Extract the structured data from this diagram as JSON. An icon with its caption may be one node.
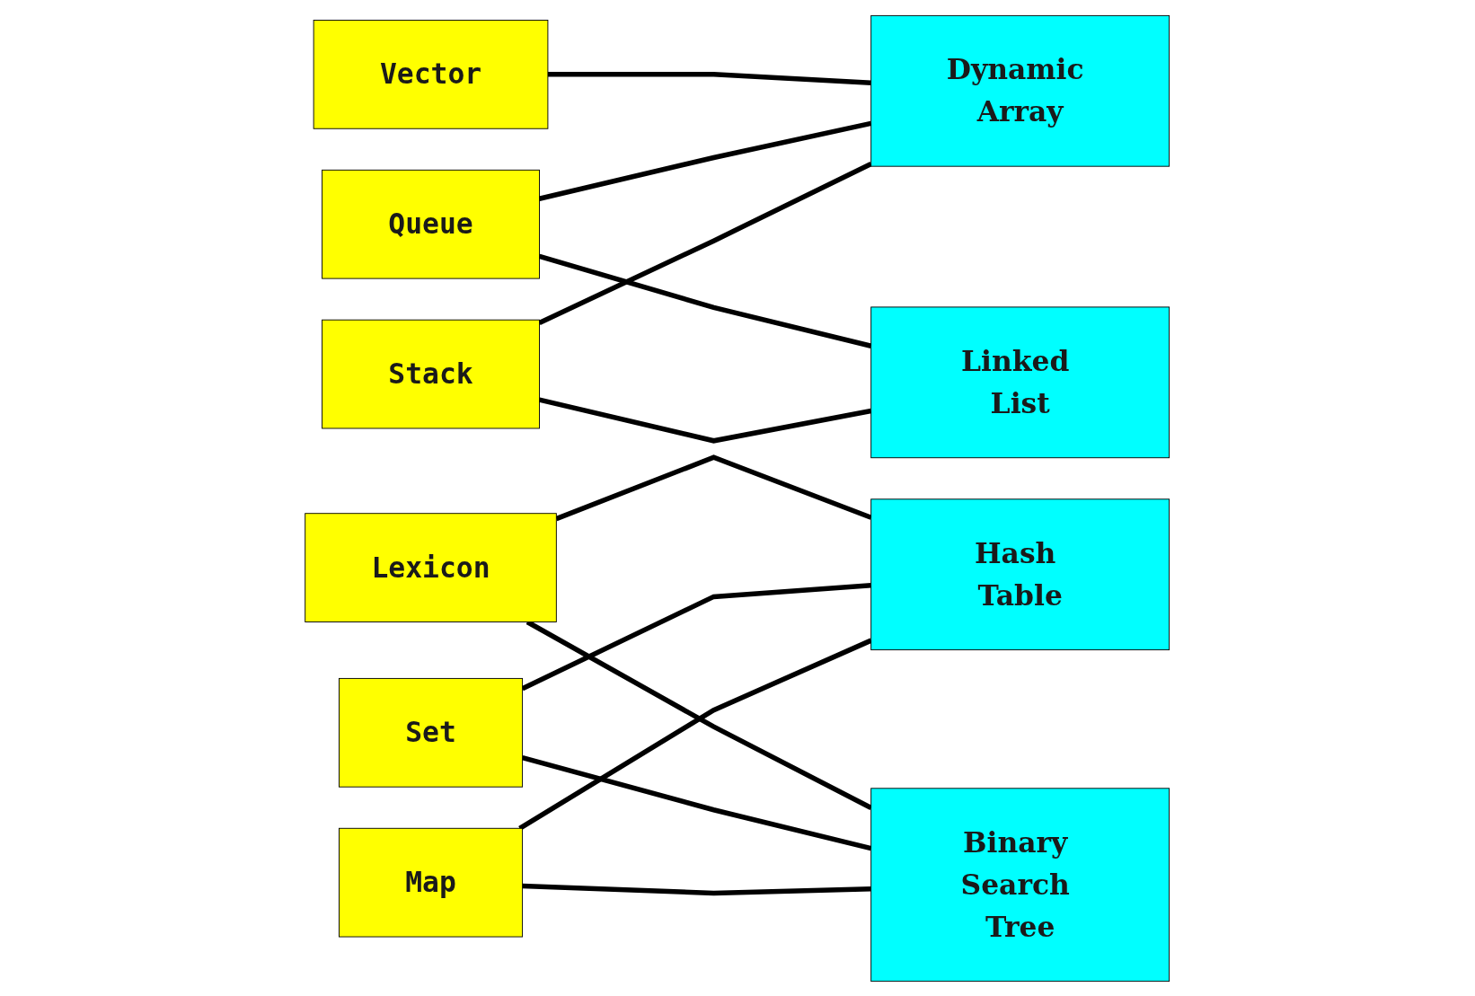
{
  "diagram": {
    "nodes": [
      {
        "text": [
          "Stack"
        ]
      },
      {
        "text": [
          "Queue"
        ]
      },
      {
        "text": [
          "Vector"
        ]
      },
      {
        "text": [
          "Map"
        ]
      },
      {
        "text": [
          "Set"
        ]
      },
      {
        "text": [
          "Lexicon"
        ]
      },
      {
        "text": [
          "Dynamic Array"
        ]
      },
      {
        "text": [
          "Linked List"
        ]
      },
      {
        "text": [
          "Hash Table"
        ]
      },
      {
        "text": [
          "Binary Search Tree"
        ]
      }
    ],
    "edges": [
      {
        "from": 0,
        "to": 6,
        "arrow": "none"
      },
      {
        "from": 0,
        "to": 7,
        "arrow": "none"
      },
      {
        "from": 1,
        "to": 6,
        "arrow": "none"
      },
      {
        "from": 1,
        "to": 7,
        "arrow": "none"
      },
      {
        "from": 2,
        "to": 6,
        "arrow": "none"
      },
      {
        "from": 3,
        "to": 8,
        "arrow": "none"
      },
      {
        "from": 3,
        "to": 9,
        "arrow": "none"
      },
      {
        "from": 4,
        "to": 8,
        "arrow": "none"
      },
      {
        "from": 4,
        "to": 9,
        "arrow": "none"
      },
      {
        "from": 5,
        "to": 8,
        "arrow": "none"
      },
      {
        "from": 5,
        "to": 9,
        "arrow": "none"
      }
    ]
  }
}
